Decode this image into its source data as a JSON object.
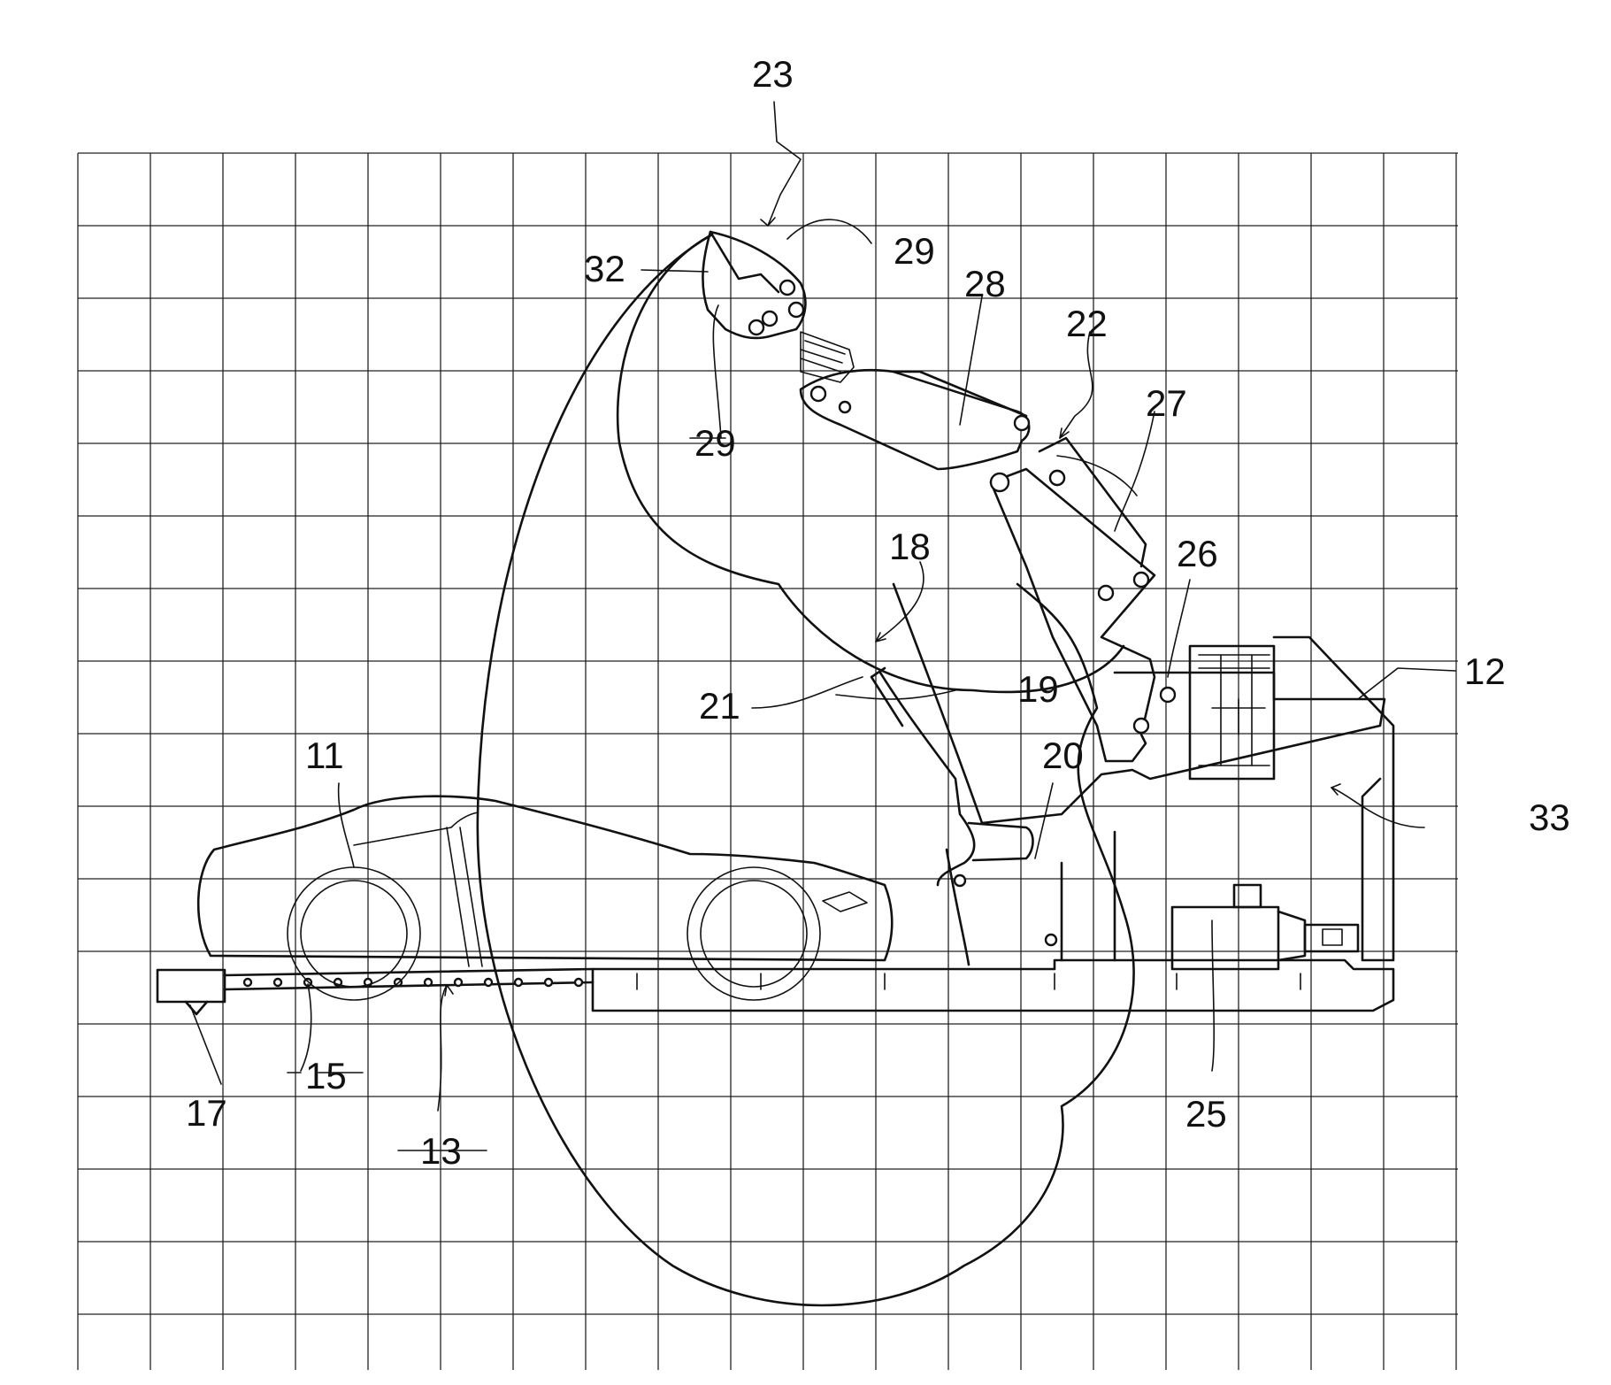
{
  "colors": {
    "ink": "#111111",
    "paper": "#ffffff"
  },
  "labels": {
    "l11": "11",
    "l12": "12",
    "l13": "13",
    "l15": "15",
    "l17": "17",
    "l18": "18",
    "l19": "19",
    "l20": "20",
    "l21": "21",
    "l22": "22",
    "l23": "23",
    "l25": "25",
    "l26": "26",
    "l27": "27",
    "l28": "28",
    "l29a": "29",
    "l29b": "29",
    "l32": "32",
    "l33": "33"
  }
}
